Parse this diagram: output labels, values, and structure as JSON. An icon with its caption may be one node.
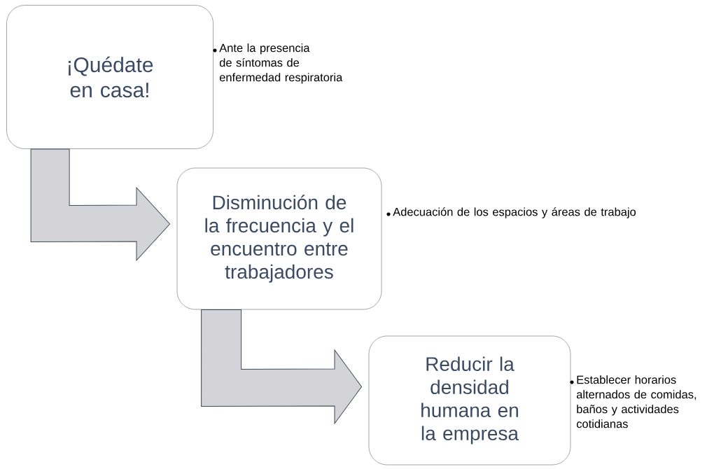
{
  "diagram": {
    "nodes": [
      {
        "text": [
          "¡Quédate en casa!"
        ],
        "beside": [
          "Ante la presencia de síntomas de enfermedad respiratoria"
        ]
      },
      {
        "text": [
          "Disminución de la frecuencia y el encuentro entre trabajadores"
        ],
        "beside": [
          "Adecuación de los espacios y áreas de trabajo"
        ]
      },
      {
        "text": [
          "Reducir la densidad humana en la empresa"
        ],
        "beside": [
          "Establecer horarios alternados de comidas, baños y actividades cotidianas"
        ]
      }
    ],
    "edges": [
      {
        "from": 0,
        "to": 1,
        "arrow": "to"
      },
      {
        "from": 1,
        "to": 2,
        "arrow": "to"
      }
    ]
  }
}
